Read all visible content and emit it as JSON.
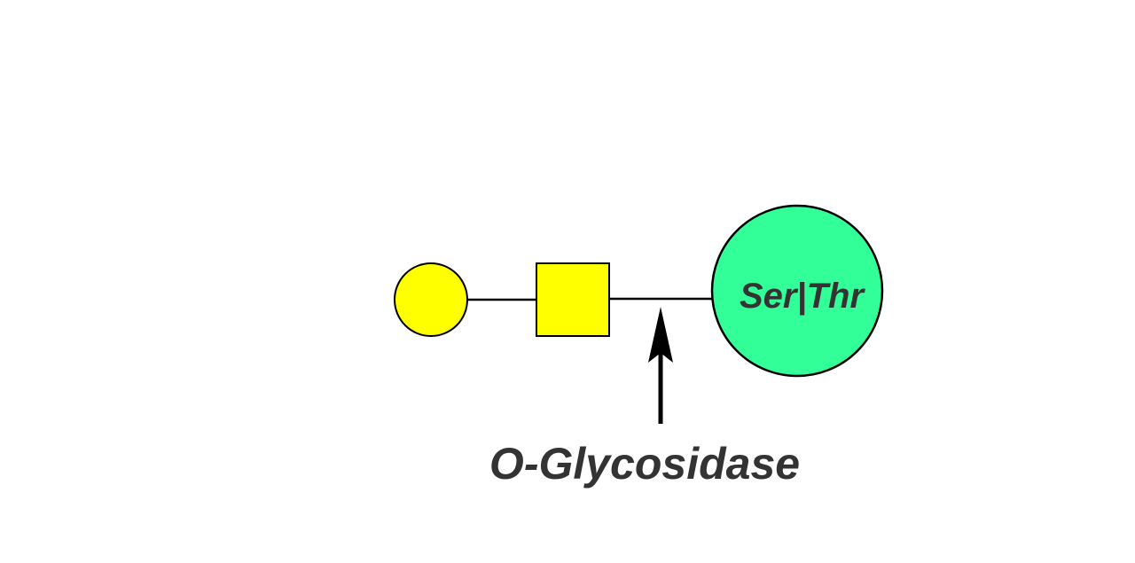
{
  "diagram": {
    "amino_acid": {
      "label": "Ser|Thr",
      "color": "#33FF99"
    },
    "galactose": {
      "shape": "circle",
      "color": "#FFFF00"
    },
    "galnac": {
      "shape": "square",
      "color": "#FFFF00"
    },
    "enzyme": {
      "label": "O-Glycosidase"
    },
    "stroke_color": "#000000"
  }
}
